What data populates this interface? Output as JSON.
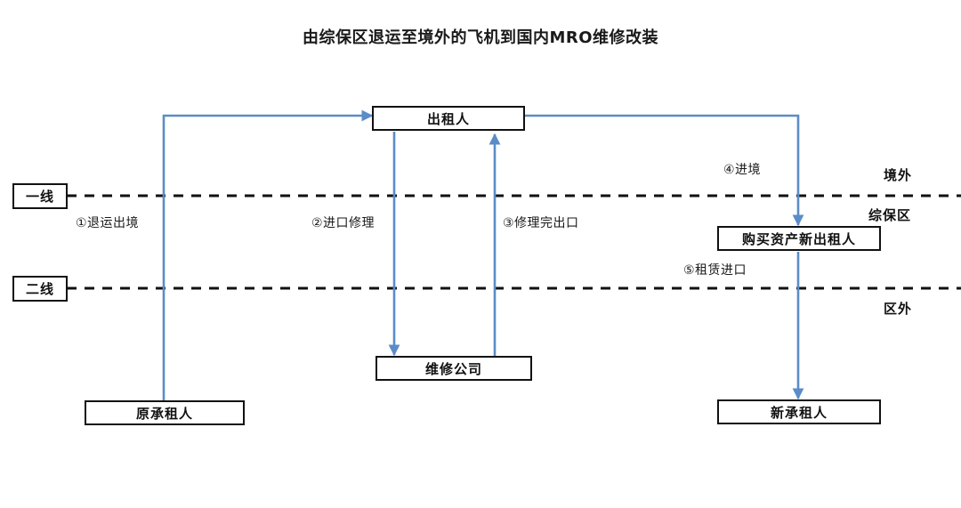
{
  "diagram": {
    "title": "由综保区退运至境外的飞机到国内MRO维修改装",
    "colors": {
      "arrow": "#5B8CC8",
      "box_border": "#111111",
      "divider": "#111111",
      "text": "#1a1a1a",
      "background": "#ffffff"
    },
    "nodes": [
      {
        "id": "lessor",
        "label": "出租人"
      },
      {
        "id": "mro",
        "label": "维修公司"
      },
      {
        "id": "old_lessee",
        "label": "原承租人"
      },
      {
        "id": "new_lessor",
        "label": "购买资产新出租人"
      },
      {
        "id": "new_lessee",
        "label": "新承租人"
      }
    ],
    "dividers": [
      {
        "id": "line1",
        "label": "一线"
      },
      {
        "id": "line2",
        "label": "二线"
      }
    ],
    "zones": [
      {
        "id": "overseas",
        "label": "境外"
      },
      {
        "id": "bonded",
        "label": "综保区"
      },
      {
        "id": "outside",
        "label": "区外"
      }
    ],
    "flows": [
      {
        "id": "step1",
        "label": "①退运出境",
        "from": "old_lessee",
        "to": "lessor"
      },
      {
        "id": "step2",
        "label": "②进口修理",
        "from": "lessor",
        "to": "mro"
      },
      {
        "id": "step3",
        "label": "③修理完出口",
        "from": "mro",
        "to": "lessor"
      },
      {
        "id": "step4",
        "label": "④进境",
        "from": "lessor",
        "to": "new_lessor"
      },
      {
        "id": "step5",
        "label": "⑤租赁进口",
        "from": "new_lessor",
        "to": "new_lessee"
      }
    ]
  }
}
